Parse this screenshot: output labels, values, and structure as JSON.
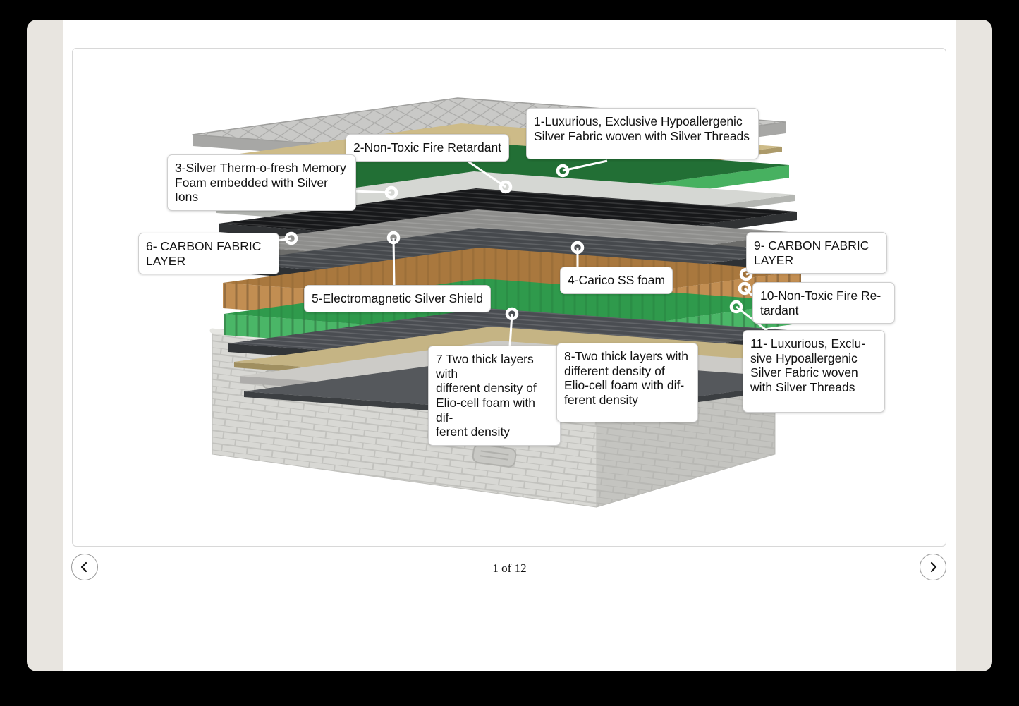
{
  "viewer": {
    "page_indicator": "1 of 12",
    "prev_icon": "chevron-left",
    "next_icon": "chevron-right"
  },
  "diagram": {
    "type": "exploded-mattress-layers",
    "callouts": [
      {
        "id": "1",
        "text": "1-Luxurious, Exclusive Hypoallergenic\nSilver Fabric woven with Silver Threads"
      },
      {
        "id": "2",
        "text": "2-Non-Toxic Fire Retardant"
      },
      {
        "id": "3",
        "text": "3-Silver Therm-o-fresh Memory\nFoam embedded with Silver\nIons"
      },
      {
        "id": "4",
        "text": "4-Carico SS foam"
      },
      {
        "id": "5",
        "text": "5-Electromagnetic Silver Shield"
      },
      {
        "id": "6",
        "text": "6- CARBON FABRIC\nLAYER"
      },
      {
        "id": "7",
        "text": "7  Two thick layers with\ndifferent density of\nElio-cell foam with dif-\nferent density"
      },
      {
        "id": "8",
        "text": "8-Two thick layers with\ndifferent density of\nElio-cell foam with dif-\nferent density"
      },
      {
        "id": "9",
        "text": "9- CARBON FABRIC\nLAYER"
      },
      {
        "id": "10",
        "text": "10-Non-Toxic Fire Re-\ntardant"
      },
      {
        "id": "11",
        "text": "11- Luxurious, Exclu-\nsive Hypoallergenic\nSilver Fabric woven\nwith Silver Threads"
      }
    ],
    "colors": {
      "frame_bg": "#e8e5e0",
      "page_bg": "#ffffff",
      "panel_border": "#d8d8d8",
      "cover_gray": "#c9c9c7",
      "cover_edge": "#a7a7a5",
      "tan": "#cdbb88",
      "green_dark": "#226f35",
      "green_bright": "#47b160",
      "silver": "#d5d7d3",
      "carbon_black": "#17181a",
      "carbon_gray": "#8e8e8c",
      "dark_fabric": "#46494d",
      "orange_foam_top": "#a9783e",
      "orange_foam": "#c28e52",
      "green_foam_top": "#2f9a4c",
      "green_foam": "#4ab667",
      "base_fabric": "#d8d8d4",
      "base_interior": "#36383b",
      "connector": "#ffffff"
    }
  }
}
